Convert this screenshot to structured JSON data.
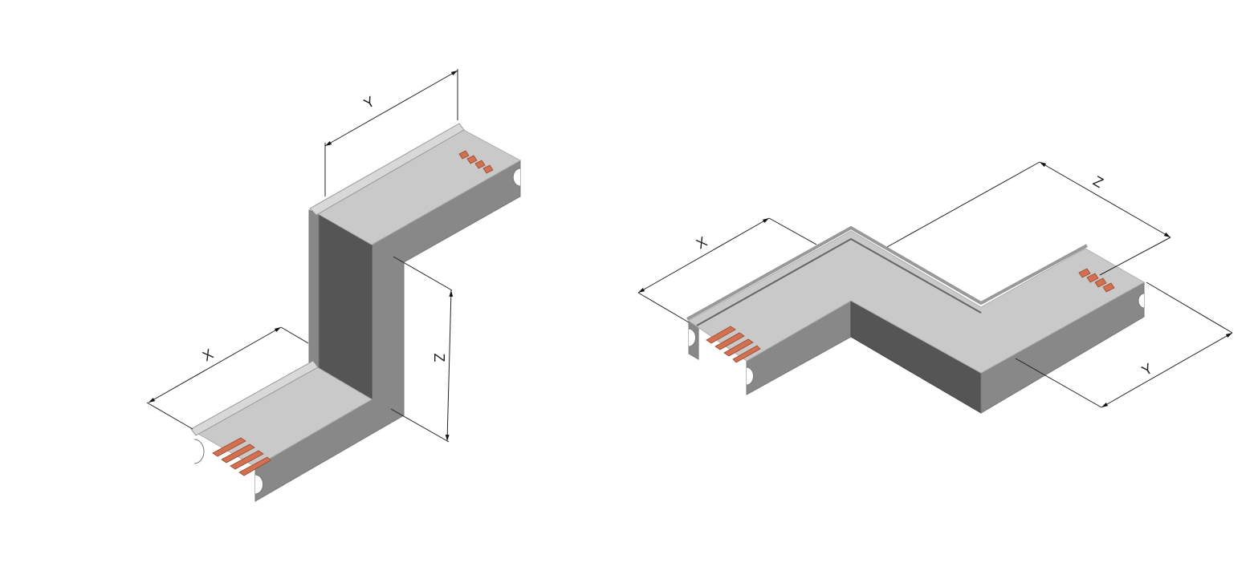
{
  "figures": [
    {
      "name": "vertical-offset-element",
      "labels": {
        "x": "X",
        "y": "Y",
        "z": "Z"
      }
    },
    {
      "name": "horizontal-offset-element",
      "labels": {
        "x": "X",
        "y": "Y",
        "z": "Z"
      }
    }
  ],
  "colors": {
    "housing_top": "#c9c9c9",
    "housing_side": "#888888",
    "housing_dark": "#555555",
    "copper": "#d2704f"
  }
}
